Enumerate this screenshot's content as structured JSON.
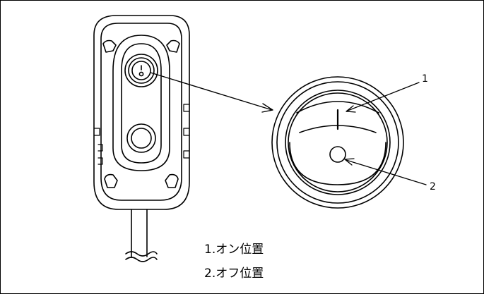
{
  "callouts": [
    "1",
    "2"
  ],
  "legend": [
    "1.オン位置",
    "2.オフ位置"
  ]
}
